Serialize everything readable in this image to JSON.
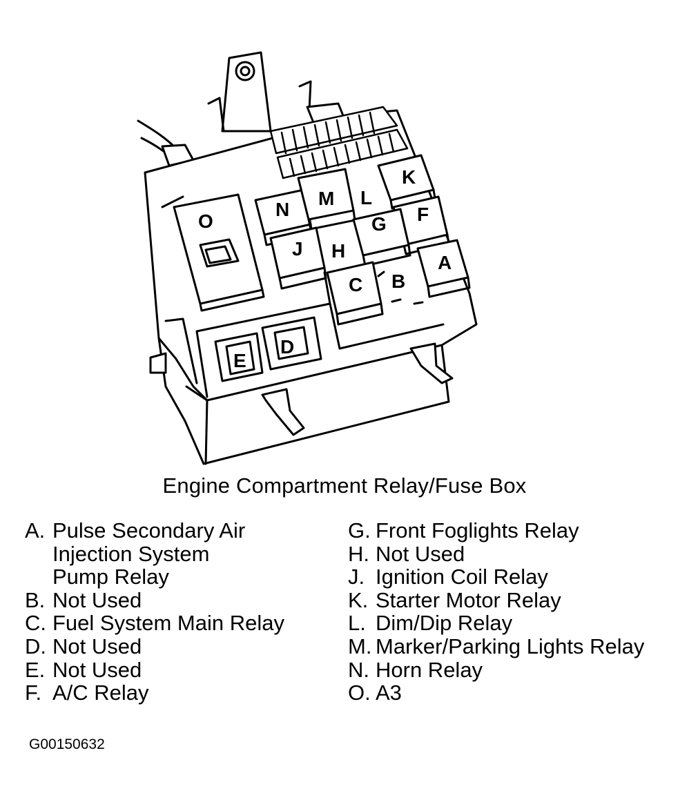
{
  "figure": {
    "caption": "Engine Compartment Relay/Fuse Box",
    "figure_id": "G00150632",
    "diagram_labels": [
      "A",
      "B",
      "C",
      "D",
      "E",
      "F",
      "G",
      "H",
      "J",
      "K",
      "L",
      "M",
      "N",
      "O"
    ]
  },
  "legend": {
    "left": [
      {
        "key": "A.",
        "text": "Pulse Secondary Air\nInjection System\nPump Relay"
      },
      {
        "key": "B.",
        "text": "Not Used"
      },
      {
        "key": "C.",
        "text": "Fuel System Main Relay"
      },
      {
        "key": "D.",
        "text": "Not Used"
      },
      {
        "key": "E.",
        "text": "Not Used"
      },
      {
        "key": "F.",
        "text": "A/C Relay"
      }
    ],
    "right": [
      {
        "key": "G.",
        "text": "Front Foglights Relay"
      },
      {
        "key": "H.",
        "text": "Not Used"
      },
      {
        "key": "J.",
        "text": "Ignition Coil Relay"
      },
      {
        "key": "K.",
        "text": "Starter Motor Relay"
      },
      {
        "key": "L.",
        "text": "Dim/Dip Relay"
      },
      {
        "key": "M.",
        "text": "Marker/Parking Lights Relay"
      },
      {
        "key": "N.",
        "text": "Horn Relay"
      },
      {
        "key": "O.",
        "text": "A3"
      }
    ]
  }
}
